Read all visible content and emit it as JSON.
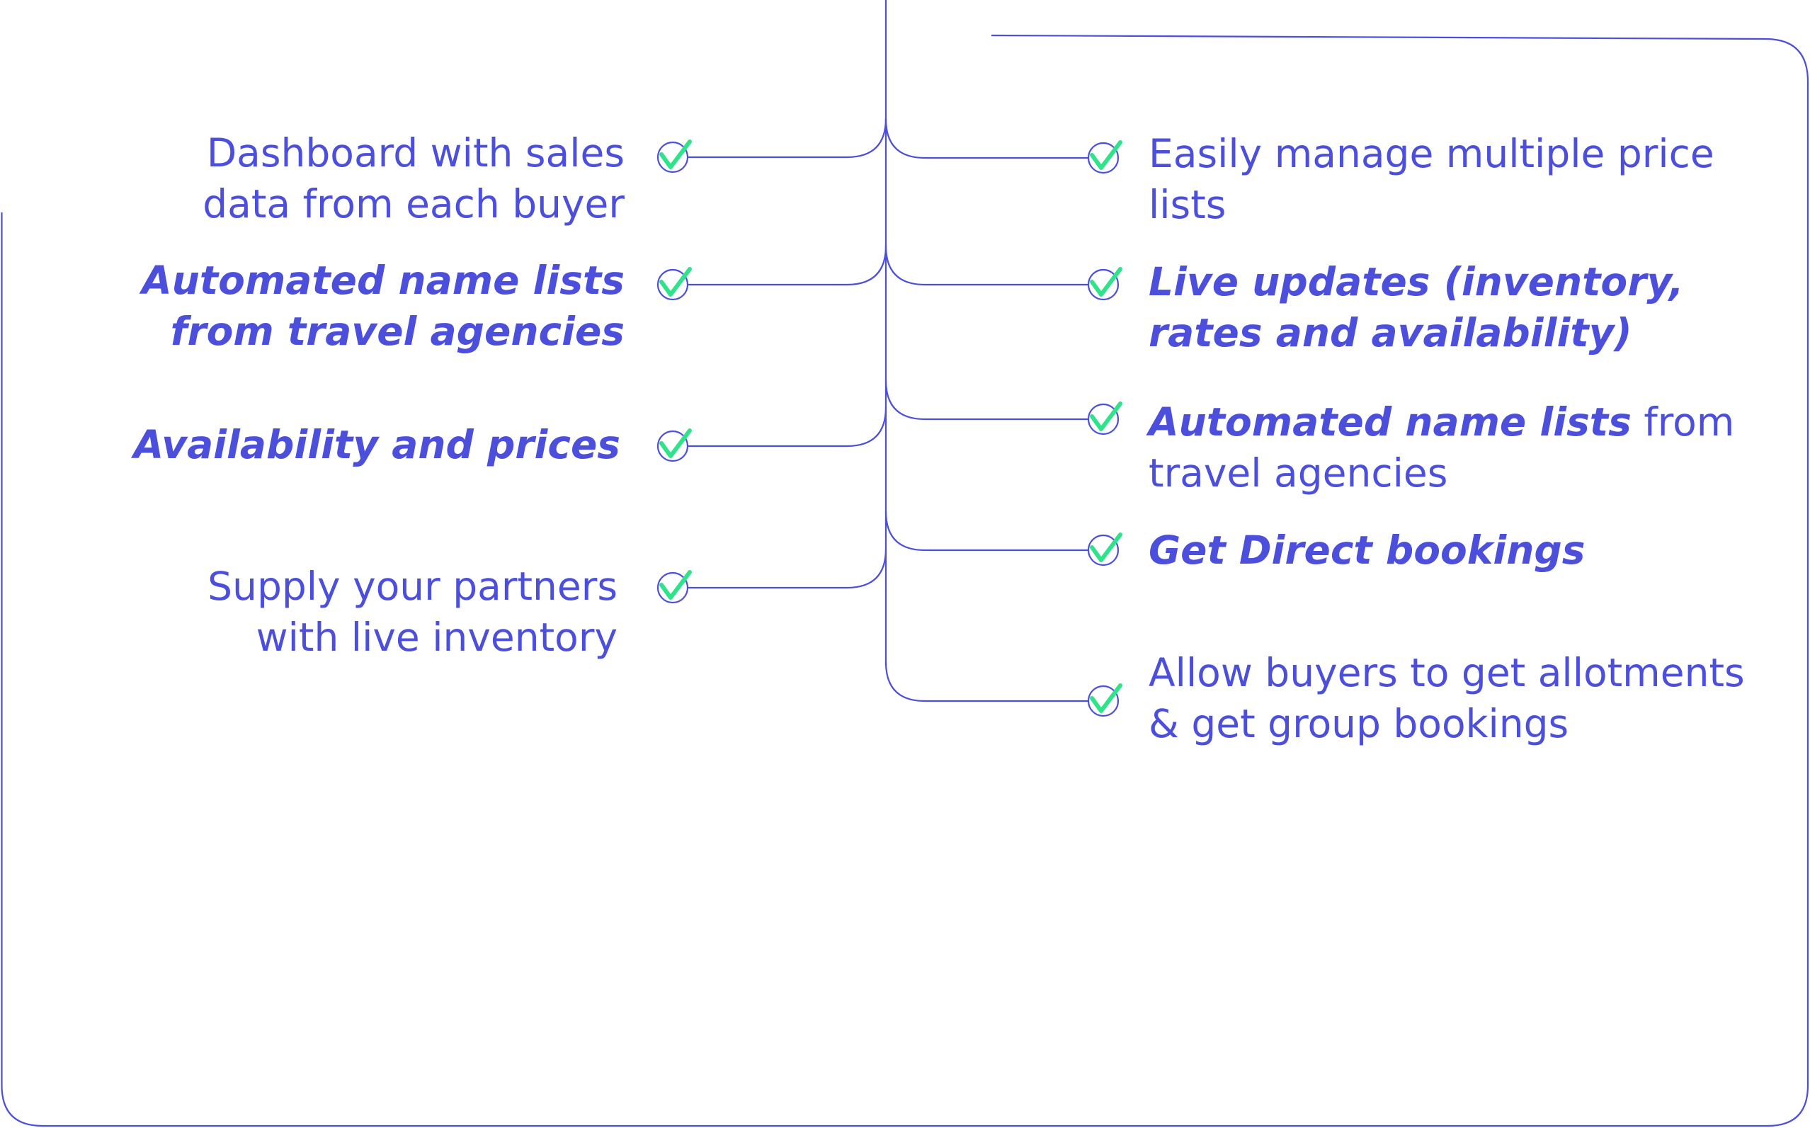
{
  "colors": {
    "line": "#4c4fdc",
    "text": "#4c4fdc",
    "check": "#2ee38a",
    "background": "#ffffff"
  },
  "left_items": [
    {
      "segments": [
        {
          "text": "Dashboard with sales",
          "emphasis": false
        },
        {
          "text": "data from each buyer",
          "emphasis": false
        }
      ],
      "icon": "check-circle-icon"
    },
    {
      "segments": [
        {
          "text": "Automated name lists",
          "emphasis": true
        },
        {
          "text": "from travel agencies",
          "emphasis": true
        }
      ],
      "icon": "check-circle-icon"
    },
    {
      "segments": [
        {
          "text": "Availability and prices",
          "emphasis": true
        }
      ],
      "icon": "check-circle-icon"
    },
    {
      "segments": [
        {
          "text": "Supply your partners",
          "emphasis": false
        },
        {
          "text": "with live inventory",
          "emphasis": false
        }
      ],
      "icon": "check-circle-icon"
    }
  ],
  "right_items": [
    {
      "segments": [
        {
          "text": "Easily manage multiple price",
          "emphasis": false
        },
        {
          "text": "lists",
          "emphasis": false
        }
      ],
      "icon": "check-circle-icon"
    },
    {
      "segments": [
        {
          "text": "Live updates (inventory,",
          "emphasis": true
        },
        {
          "text": "rates and availability)",
          "emphasis": true
        }
      ],
      "icon": "check-circle-icon"
    },
    {
      "segments": [
        {
          "text": "Automated name lists",
          "emphasis": true
        },
        {
          "text": " from",
          "emphasis": false
        },
        {
          "text": "travel agencies",
          "emphasis": false
        }
      ],
      "icon": "check-circle-icon"
    },
    {
      "segments": [
        {
          "text": "Get Direct bookings",
          "emphasis": true
        }
      ],
      "icon": "check-circle-icon"
    },
    {
      "segments": [
        {
          "text": "Allow buyers to get allotments",
          "emphasis": false
        },
        {
          "text": "& get group bookings",
          "emphasis": false
        }
      ],
      "icon": "check-circle-icon"
    }
  ]
}
